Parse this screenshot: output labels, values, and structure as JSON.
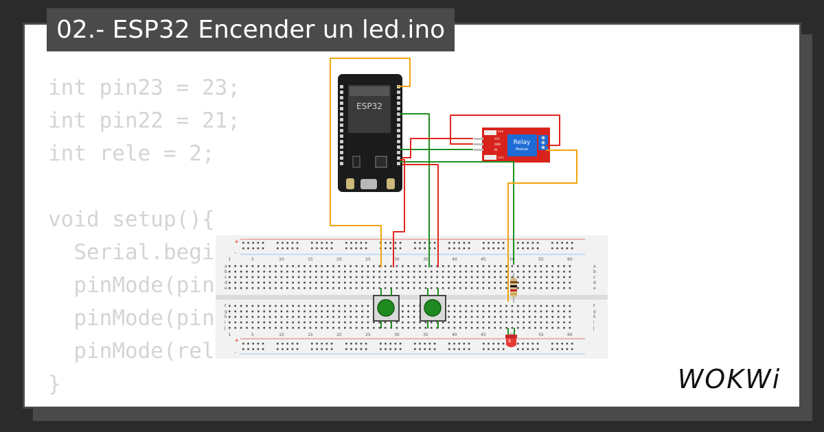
{
  "title": "02.- ESP32 Encender un led.ino",
  "code_lines": [
    "int pin23 = 23;",
    "int pin22 = 21;",
    "int rele = 2;",
    "",
    "void setup(){",
    "  Serial.begi",
    "  pinMode(pin",
    "  pinMode(pin",
    "  pinMode(rel",
    "}"
  ],
  "esp32_label": "ESP32",
  "relay": {
    "label": "Relay",
    "sublabel": "Module",
    "pins": [
      "VCC",
      "GND",
      "IN"
    ],
    "marks": [
      "PWR",
      "LED1"
    ]
  },
  "breadboard": {
    "column_numbers": [
      "1",
      "5",
      "10",
      "15",
      "20",
      "25",
      "30",
      "35",
      "40",
      "45",
      "50",
      "55",
      "60"
    ],
    "row_letters_top": [
      "a",
      "b",
      "c",
      "d",
      "e"
    ],
    "row_letters_bottom": [
      "f",
      "g",
      "h",
      "i",
      "j"
    ],
    "rail_plus": "+",
    "rail_minus": "-"
  },
  "logo_text": "WOKWi",
  "colors": {
    "background": "#2b2b2b",
    "title_bg": "#4a4a4a",
    "code_text": "#d4d4d4",
    "wire_red": "#e2231a",
    "wire_green": "#1e8f1e",
    "wire_orange": "#f0a30a",
    "relay_red": "#d8231c",
    "button_green": "#1f8a1f"
  }
}
